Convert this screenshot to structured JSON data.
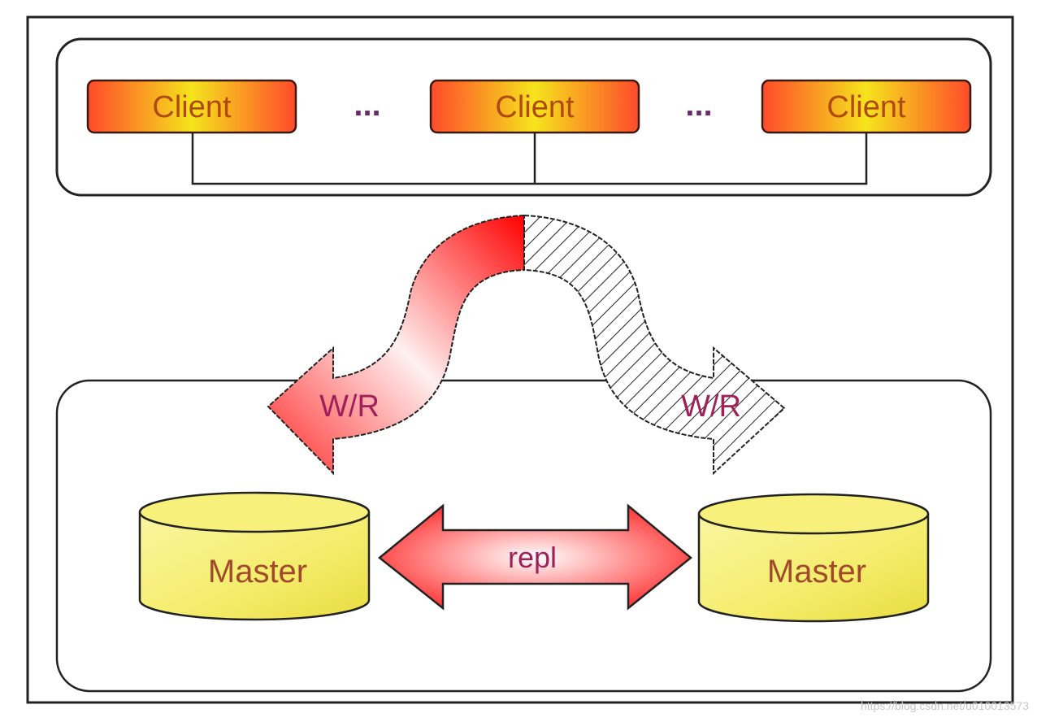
{
  "diagram": {
    "clients": [
      {
        "label": "Client"
      },
      {
        "label": "Client"
      },
      {
        "label": "Client"
      }
    ],
    "ellipsis": [
      "...",
      "..."
    ],
    "arrows": {
      "left_label": "W/R",
      "right_label": "W/R",
      "replication_label": "repl"
    },
    "masters": [
      {
        "label": "Master"
      },
      {
        "label": "Master"
      }
    ],
    "colors": {
      "client_edge": "#ff4a2a",
      "client_center": "#f5e41c",
      "client_text": "#b04a10",
      "arrow_red": "#ff1010",
      "label_text": "#a0205a",
      "master_fill": "#f7f07a",
      "master_text": "#a04a2a"
    }
  },
  "watermark": "https://blog.csdn.net/u010013573"
}
